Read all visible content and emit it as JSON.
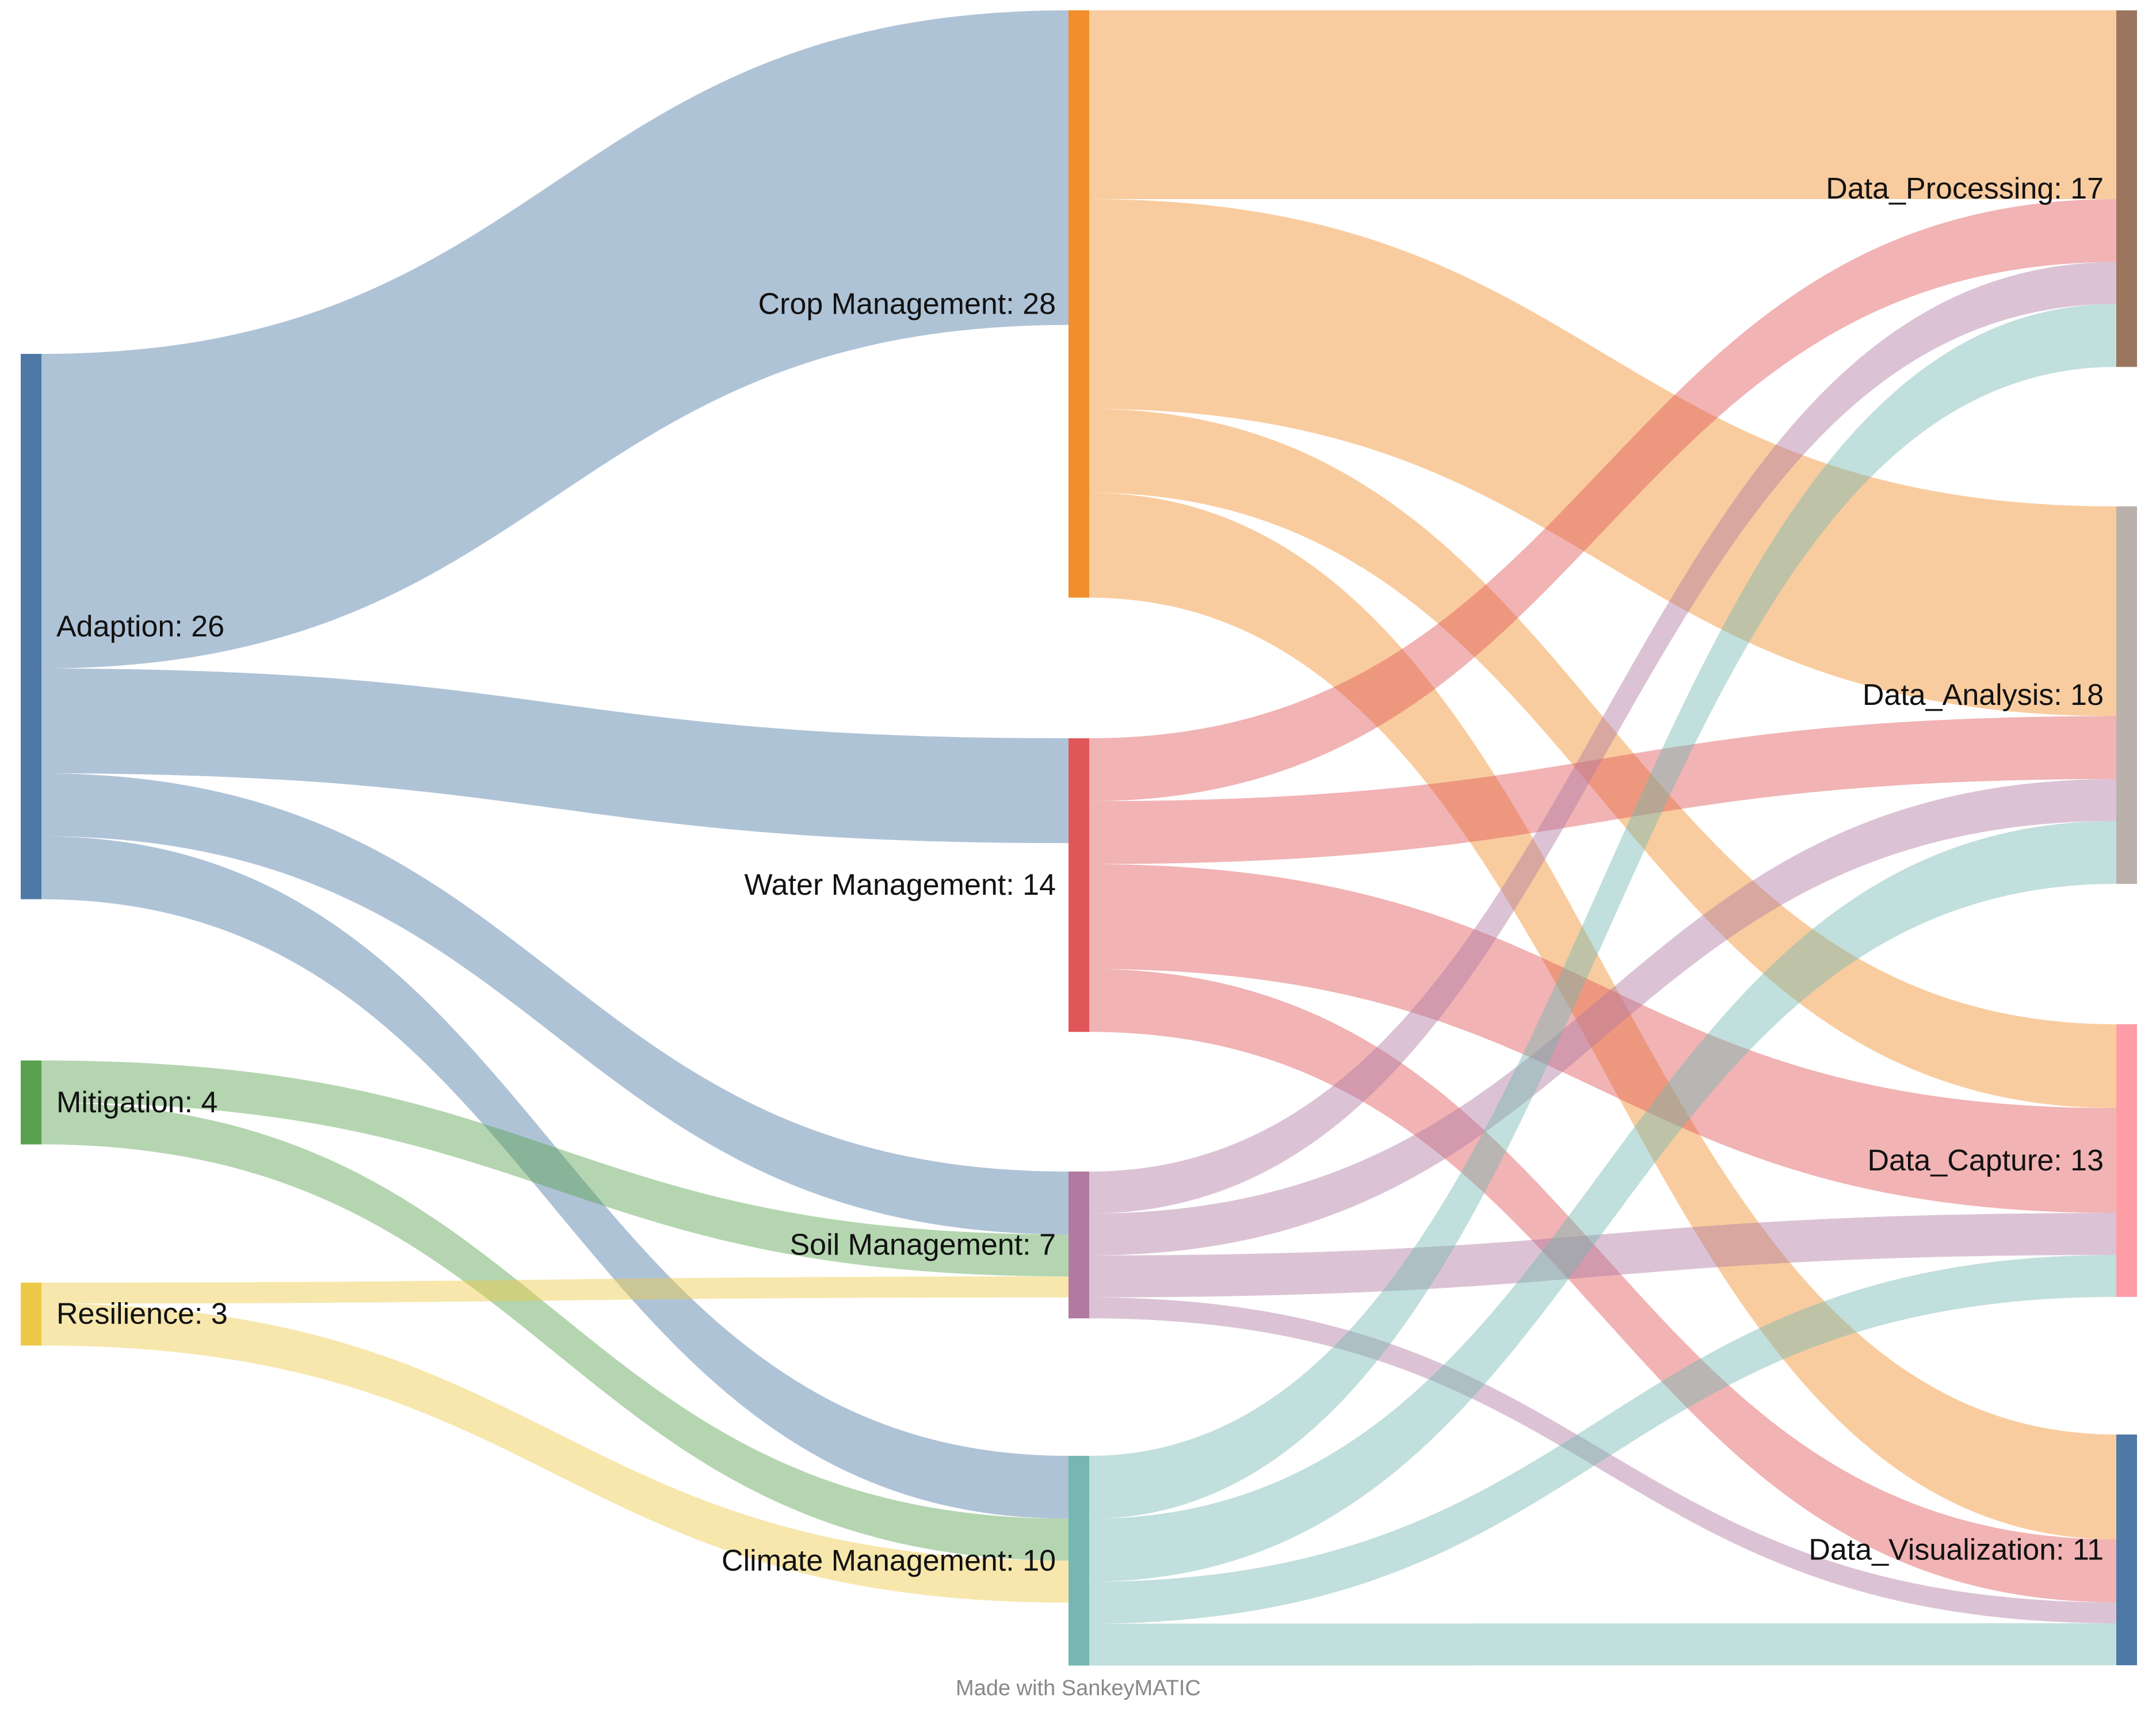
{
  "footer": "Made with SankeyMATIC",
  "chart_data": {
    "type": "sankey",
    "nodes": [
      {
        "id": "adaption",
        "label": "Adaption: 26",
        "column": 0,
        "color": "#4e79a7"
      },
      {
        "id": "mitigation",
        "label": "Mitigation: 4",
        "column": 0,
        "color": "#59a14f"
      },
      {
        "id": "resilience",
        "label": "Resilience: 3",
        "column": 0,
        "color": "#edc948"
      },
      {
        "id": "crop",
        "label": "Crop Management: 28",
        "column": 1,
        "color": "#f28e2b"
      },
      {
        "id": "water",
        "label": "Water Management: 14",
        "column": 1,
        "color": "#e15759"
      },
      {
        "id": "soil",
        "label": "Soil Management: 7",
        "column": 1,
        "color": "#b07aa1"
      },
      {
        "id": "climate",
        "label": "Climate Management: 10",
        "column": 1,
        "color": "#76b7b2"
      },
      {
        "id": "processing",
        "label": "Data_Processing: 17",
        "column": 2,
        "color": "#9c755f"
      },
      {
        "id": "analysis",
        "label": "Data_Analysis: 18",
        "column": 2,
        "color": "#bab0ac"
      },
      {
        "id": "capture",
        "label": "Data_Capture: 13",
        "column": 2,
        "color": "#ff9da7"
      },
      {
        "id": "visualization",
        "label": "Data_Visualization: 11",
        "column": 2,
        "color": "#4e79a7"
      }
    ],
    "links": [
      {
        "source": "adaption",
        "target": "crop",
        "value": 15
      },
      {
        "source": "adaption",
        "target": "water",
        "value": 5
      },
      {
        "source": "adaption",
        "target": "soil",
        "value": 3
      },
      {
        "source": "adaption",
        "target": "climate",
        "value": 3
      },
      {
        "source": "mitigation",
        "target": "soil",
        "value": 2
      },
      {
        "source": "mitigation",
        "target": "climate",
        "value": 2
      },
      {
        "source": "resilience",
        "target": "soil",
        "value": 1
      },
      {
        "source": "resilience",
        "target": "climate",
        "value": 2
      },
      {
        "source": "crop",
        "target": "processing",
        "value": 9
      },
      {
        "source": "crop",
        "target": "analysis",
        "value": 10
      },
      {
        "source": "crop",
        "target": "capture",
        "value": 4
      },
      {
        "source": "crop",
        "target": "visualization",
        "value": 5
      },
      {
        "source": "water",
        "target": "processing",
        "value": 3
      },
      {
        "source": "water",
        "target": "analysis",
        "value": 3
      },
      {
        "source": "water",
        "target": "capture",
        "value": 5
      },
      {
        "source": "water",
        "target": "visualization",
        "value": 3
      },
      {
        "source": "soil",
        "target": "processing",
        "value": 2
      },
      {
        "source": "soil",
        "target": "analysis",
        "value": 2
      },
      {
        "source": "soil",
        "target": "capture",
        "value": 2
      },
      {
        "source": "soil",
        "target": "visualization",
        "value": 1
      },
      {
        "source": "climate",
        "target": "processing",
        "value": 3
      },
      {
        "source": "climate",
        "target": "analysis",
        "value": 3
      },
      {
        "source": "climate",
        "target": "capture",
        "value": 2
      },
      {
        "source": "climate",
        "target": "visualization",
        "value": 2
      }
    ]
  }
}
